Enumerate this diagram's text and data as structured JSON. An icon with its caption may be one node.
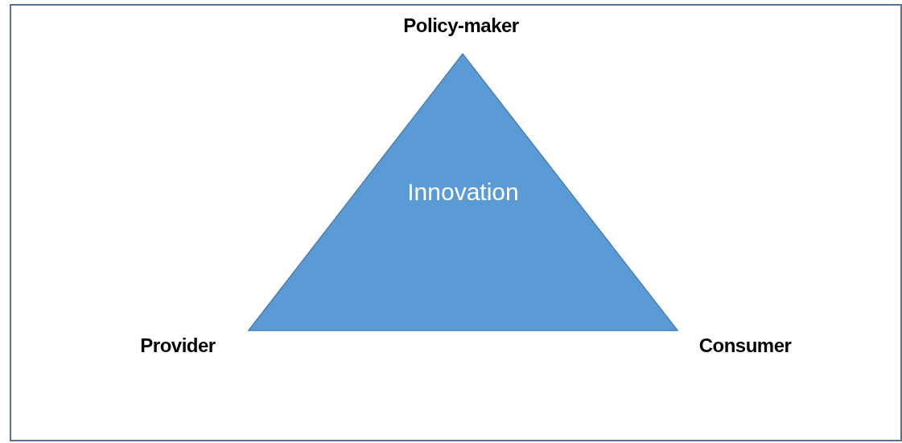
{
  "diagram": {
    "nodes": [
      {
        "text": [
          "Innovation"
        ]
      }
    ],
    "labels": [
      "Policy-maker",
      "Provider",
      "Consumer"
    ]
  }
}
